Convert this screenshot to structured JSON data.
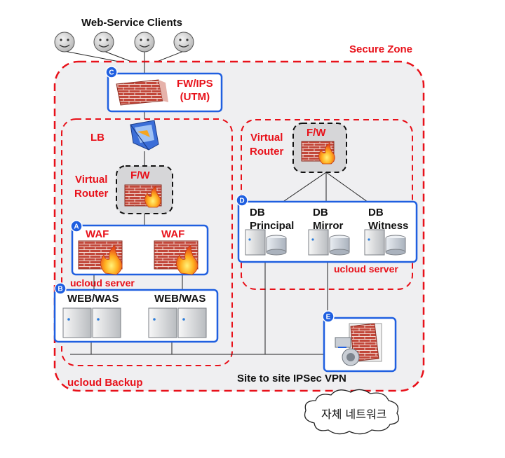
{
  "clients": {
    "title": "Web-Service Clients",
    "count": 4
  },
  "secure_zone": {
    "label": "Secure Zone"
  },
  "firewall_utm": {
    "badge": "C",
    "label_line1": "FW/IPS",
    "label_line2": "(UTM)"
  },
  "web_zone": {
    "lb_label": "LB",
    "virtual_router_line1": "Virtual",
    "virtual_router_line2": "Router",
    "fw_label": "F/W",
    "waf_group": {
      "badge": "A",
      "waf1": "WAF",
      "waf2": "WAF",
      "caption": "ucloud server"
    },
    "web_group": {
      "badge": "B",
      "web1": "WEB/WAS",
      "web2": "WEB/WAS"
    }
  },
  "db_zone": {
    "virtual_router_line1": "Virtual",
    "virtual_router_line2": "Router",
    "fw_label": "F/W",
    "db_group": {
      "badge": "D",
      "db1_line1": "DB",
      "db1_line2": "Principal",
      "db2_line1": "DB",
      "db2_line2": "Mirror",
      "db3_line1": "DB",
      "db3_line2": "Witness",
      "caption": "ucloud server"
    }
  },
  "vpn": {
    "badge": "E",
    "label": "Site to site IPSec VPN"
  },
  "backup_label": "ucloud Backup",
  "own_network": "자체 네트워크",
  "colors": {
    "zone_red": "#e8111a",
    "group_blue": "#1f5fe0",
    "badge_blue": "#1f5fe0",
    "brick": "#b83a2e"
  }
}
